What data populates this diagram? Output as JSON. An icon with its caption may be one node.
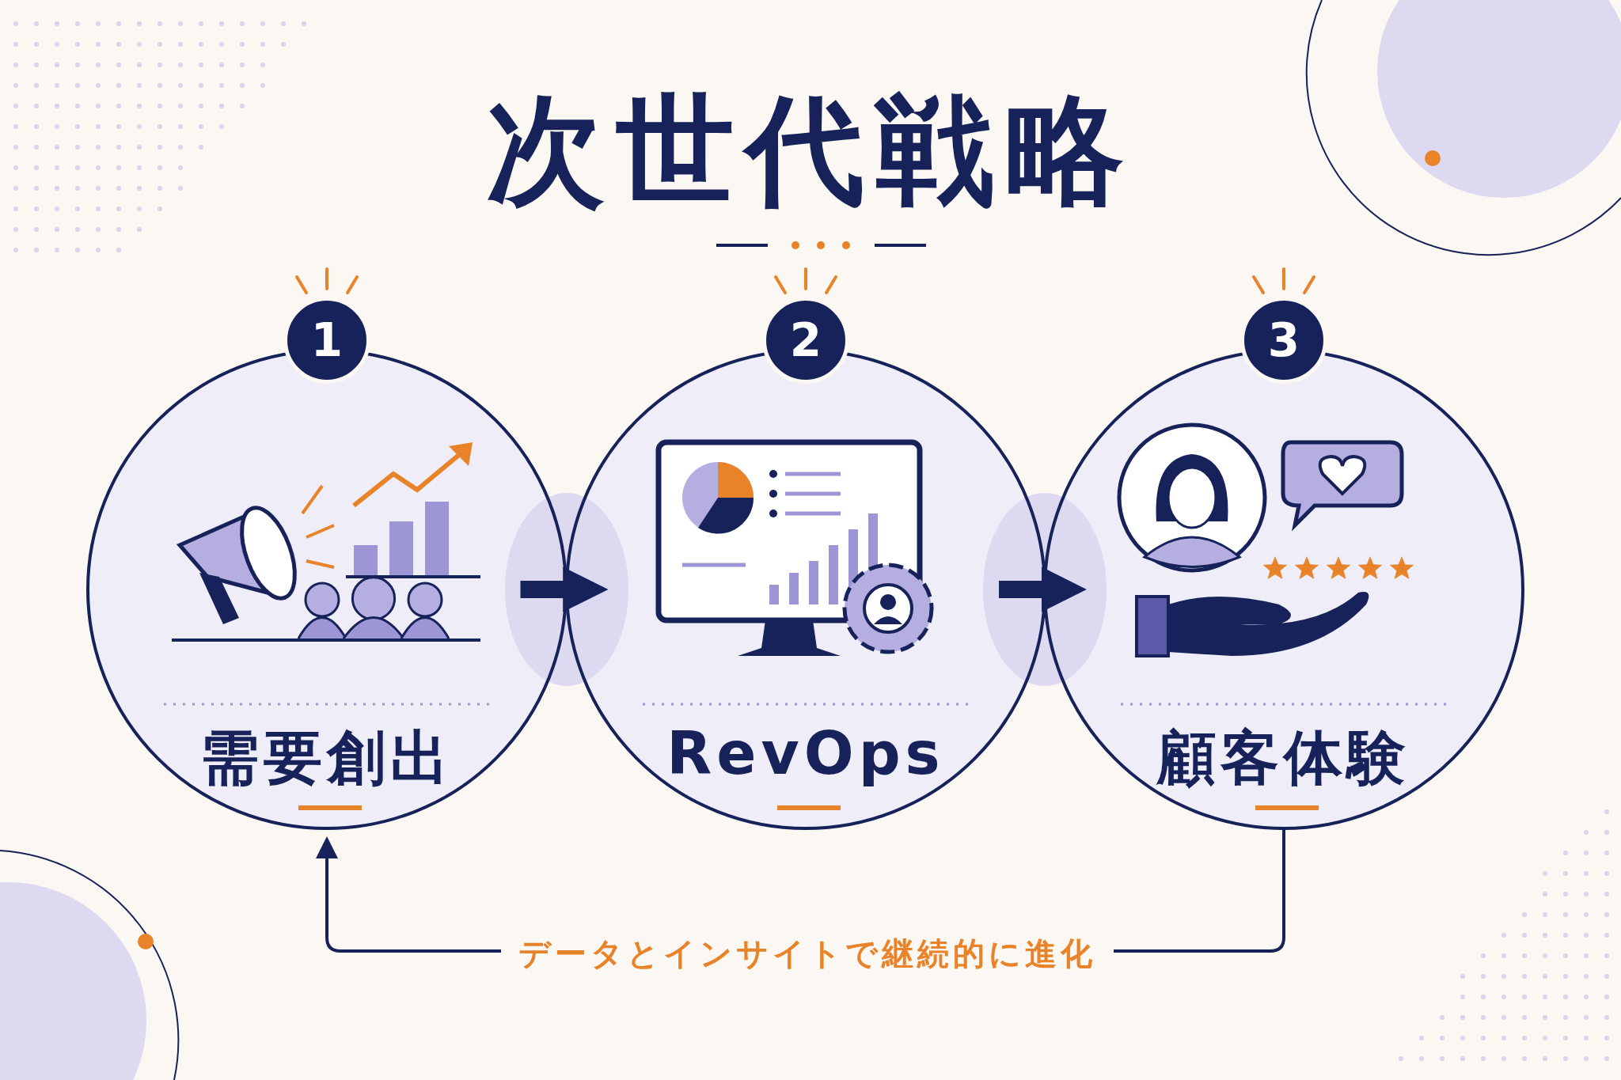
{
  "diagram": {
    "title": "次世代戦略",
    "nodes": [
      {
        "text": [
          "1"
        ]
      },
      {
        "text": [
          "需要創出"
        ]
      },
      {
        "text": [
          "2"
        ]
      },
      {
        "text": [
          "RevOps"
        ]
      },
      {
        "text": [
          "3"
        ]
      },
      {
        "text": [
          "顧客体験"
        ]
      }
    ],
    "edges": [
      {
        "from": 1,
        "to": 3,
        "arrow": "to"
      },
      {
        "from": 3,
        "to": 5,
        "arrow": "to"
      },
      {
        "from": 5,
        "to": 1,
        "arrow": "to",
        "label": "データとインサイトで継続的に進化"
      }
    ]
  }
}
